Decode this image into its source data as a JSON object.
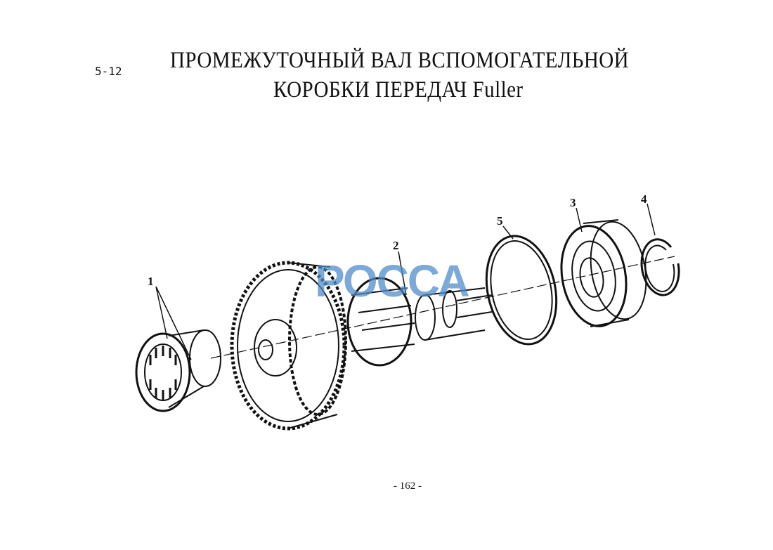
{
  "section_number": "5-12",
  "title_line1": "ПРОМЕЖУТОЧНЫЙ ВАЛ ВСПОМОГАТЕЛЬНОЙ",
  "title_line2": "КОРОБКИ ПЕРЕДАЧ  Fuller",
  "callouts": [
    "1",
    "2",
    "3",
    "4",
    "5"
  ],
  "watermark": "РОССА",
  "page_number": "- 162 -"
}
